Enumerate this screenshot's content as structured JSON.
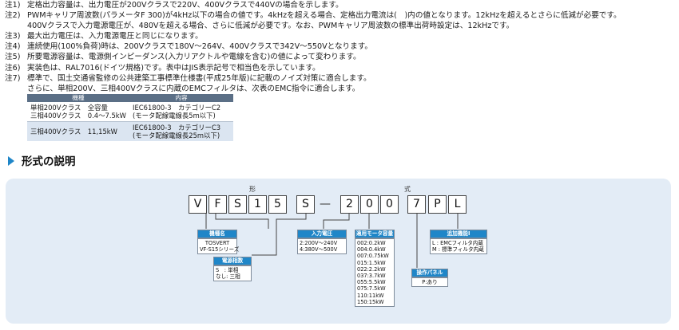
{
  "notes": [
    {
      "num": "注1)",
      "lines": [
        "定格出力容量は、出力電圧が200Vクラスで220V、400Vクラスで440Vの場合を示します。"
      ]
    },
    {
      "num": "注2)",
      "lines": [
        "PWMキャリア周波数(パラメータF 300)が4kHz以下の場合の値です。4kHzを超える場合、定格出力電流は(　)内の値となります。12kHzを超えるとさらに低減が必要です。",
        "400Vクラスで入力電源電圧が、480Vを超える場合、さらに低減が必要です。なお、PWMキャリア周波数の標準出荷時設定は、12kHzです。"
      ]
    },
    {
      "num": "注3)",
      "lines": [
        "最大出力電圧は、入力電源電圧と同じになります。"
      ]
    },
    {
      "num": "注4)",
      "lines": [
        "連続使用(100%負荷)時は、200Vクラスで180V～264V、400Vクラスで342V～550Vとなります。"
      ]
    },
    {
      "num": "注5)",
      "lines": [
        "所要電源容量は、電源側インピーダンス(入力リアクトルや電線を含む)の値によって変わります。"
      ]
    },
    {
      "num": "注6)",
      "lines": [
        "実装色は、RAL7016(ドイツ規格)です。表中はJIS表示記号で相当色を示しています。"
      ]
    },
    {
      "num": "注7)",
      "lines": [
        "標準で、国土交通省監修の公共建築工事標準仕様書(平成25年版)に記載のノイズ対策に適合します。",
        "さらに、単相200V、三相400Vクラスに内蔵のEMCフィルタは、次表のEMC指令に適合します。"
      ]
    }
  ],
  "emc_table": {
    "headers": [
      "機種",
      "内容"
    ],
    "rows": [
      {
        "model": [
          "単相200Vクラス　全容量",
          "三相400Vクラス　0.4～7.5kW"
        ],
        "content": [
          "IEC61800-3　カテゴリーC2",
          "(モータ配線電線長5m以下)"
        ]
      },
      {
        "model": [
          "三相400Vクラス　11,15kW"
        ],
        "content": [
          "IEC61800-3　カテゴリーC3",
          "(モータ配線電線長25m以下)"
        ]
      }
    ]
  },
  "section_title": "形式の説明",
  "model_code": {
    "label_kata": "形",
    "label_shiki": "式",
    "chars": [
      "V",
      "F",
      "S",
      "1",
      "5",
      "S",
      "2",
      "0",
      "0",
      "7",
      "P",
      "L"
    ],
    "dash": "—"
  },
  "boxes": {
    "series": {
      "label": "機種名",
      "lines": [
        "TOSVERT",
        "VF-S15シリーズ"
      ]
    },
    "phase": {
      "label": "電源相数",
      "lines": [
        "S　: 単相",
        "なし: 三相"
      ]
    },
    "voltage": {
      "label": "入力電圧",
      "lines": [
        "2:200V～240V",
        "4:380V～500V"
      ]
    },
    "motor": {
      "label": "適用モータ容量",
      "lines": [
        "002:0.2kW",
        "004:0.4kW",
        "007:0.75kW",
        "015:1.5kW",
        "022:2.2kW",
        "037:3.7kW",
        "055:5.5kW",
        "075:7.5kW",
        "110:11kW",
        "150:15kW"
      ]
    },
    "panel": {
      "label": "操作パネル",
      "lines": [
        "P:あり"
      ]
    },
    "func": {
      "label": "追加機能I",
      "lines": [
        "L : EMCフィルタ内蔵",
        "M : 標準フィルタ内蔵"
      ]
    }
  },
  "colors": {
    "accent": "#1f86c8",
    "panel_bg": "#e3ecf6",
    "table_header": "#5b6f86",
    "table_alt_row": "#dbe5f1"
  }
}
